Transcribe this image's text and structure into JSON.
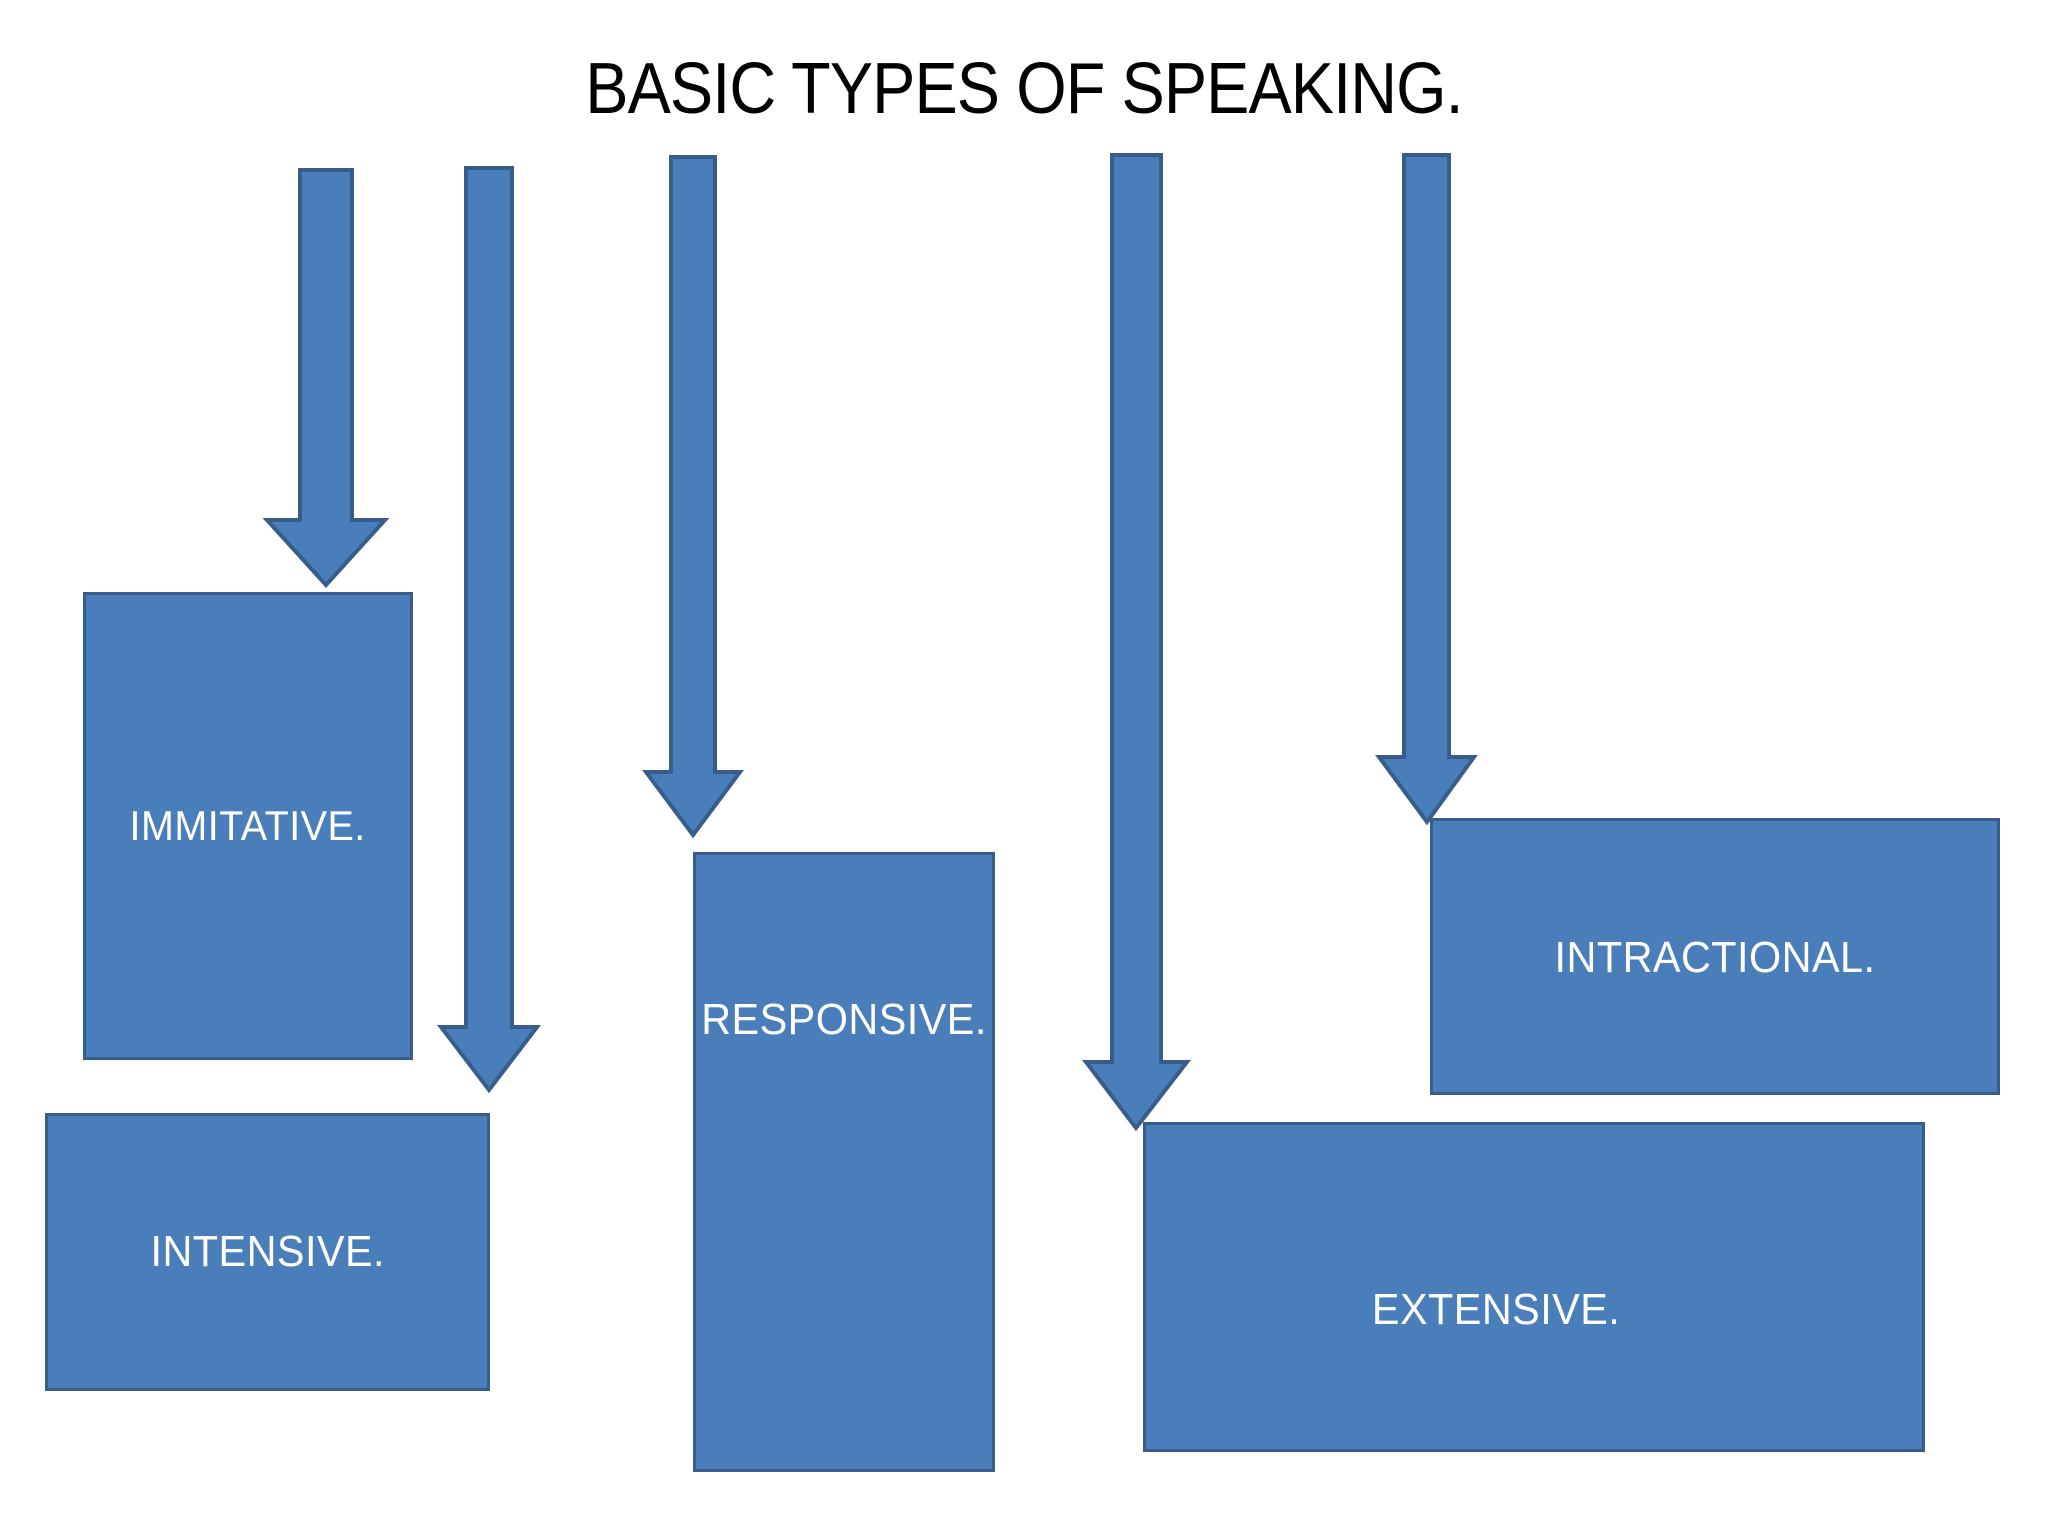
{
  "slide": {
    "title": "BASIC TYPES OF SPEAKING.",
    "background_color": "#FFFFFF"
  },
  "theme": {
    "shape_fill": "#4A7EBB",
    "shape_outline": "#385D8A",
    "shape_text_color": "#FFFFFF",
    "title_text_color": "#000000"
  },
  "nodes": [
    {
      "id": "immitative",
      "label": "IMMITATIVE.",
      "icon": "rectangle-shape"
    },
    {
      "id": "intensive",
      "label": "INTENSIVE.",
      "icon": "rectangle-shape"
    },
    {
      "id": "responsive",
      "label": "RESPONSIVE.",
      "icon": "rectangle-shape"
    },
    {
      "id": "intractional",
      "label": "INTRACTIONAL.",
      "icon": "rectangle-shape"
    },
    {
      "id": "extensive",
      "label": "EXTENSIVE.",
      "icon": "rectangle-shape"
    }
  ],
  "connectors": [
    {
      "id": "arrow-to-immitative",
      "icon": "down-arrow-icon",
      "target": "immitative"
    },
    {
      "id": "arrow-to-intensive",
      "icon": "down-arrow-icon",
      "target": "intensive"
    },
    {
      "id": "arrow-to-responsive",
      "icon": "down-arrow-icon",
      "target": "responsive"
    },
    {
      "id": "arrow-to-extensive",
      "icon": "down-arrow-icon",
      "target": "extensive"
    },
    {
      "id": "arrow-to-intractional",
      "icon": "down-arrow-icon",
      "target": "intractional"
    }
  ]
}
